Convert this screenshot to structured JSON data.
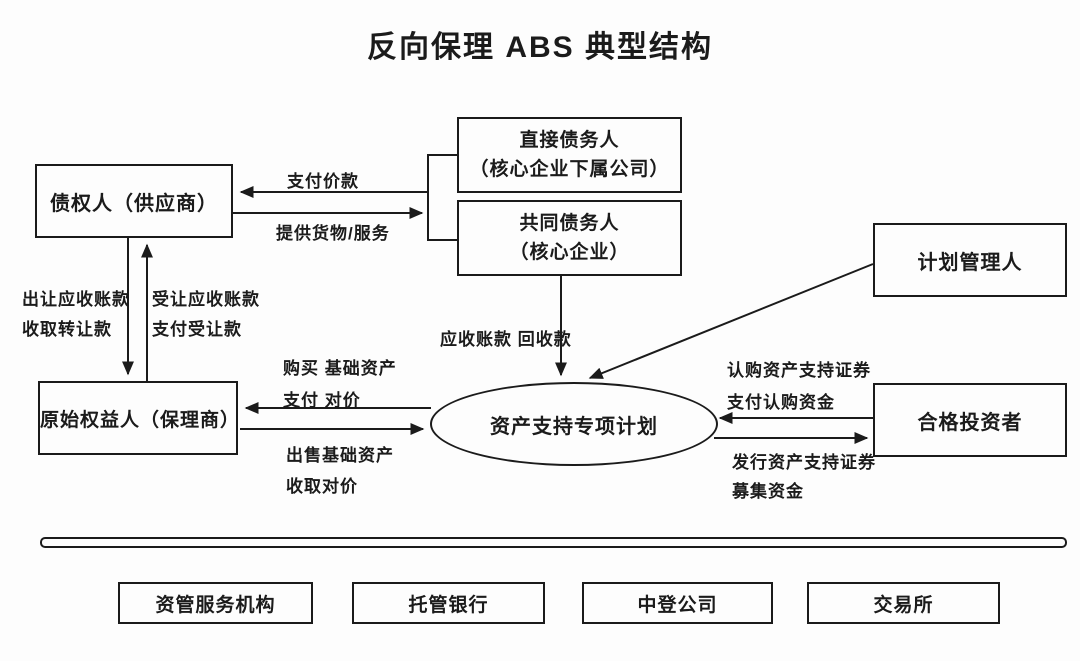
{
  "title": "反向保理 ABS 典型结构",
  "nodes": {
    "creditor": {
      "label": "债权人（供应商）"
    },
    "direct_debtor": {
      "line1": "直接债务人",
      "line2": "（核心企业下属公司）"
    },
    "joint_debtor": {
      "line1": "共同债务人",
      "line2": "（核心企业）"
    },
    "plan_manager": {
      "label": "计划管理人"
    },
    "originator": {
      "label": "原始权益人（保理商）"
    },
    "spv": {
      "label": "资产支持专项计划"
    },
    "qualified_investor": {
      "label": "合格投资者"
    }
  },
  "edge_labels": {
    "pay_price": "支付价款",
    "provide_goods": "提供货物/服务",
    "transfer_receivables_line1": "出让应收账款",
    "transfer_receivables_line2": "收取转让款",
    "accept_receivables_line1": "受让应收账款",
    "accept_receivables_line2": "支付受让款",
    "recovery": "应收账款 回收款",
    "buy_assets_line1": "购买 基础资产",
    "buy_assets_line2": "支付 对价",
    "sell_assets_line1": "出售基础资产",
    "sell_assets_line2": "收取对价",
    "subscribe_line1": "认购资产支持证券",
    "subscribe_line2": "支付认购资金",
    "issue_line1": "发行资产支持证券",
    "issue_line2": "募集资金"
  },
  "bottom_row": [
    "资管服务机构",
    "托管银行",
    "中登公司",
    "交易所"
  ],
  "colors": {
    "line": "#1b1b1b",
    "background": "#fdfdfd"
  }
}
